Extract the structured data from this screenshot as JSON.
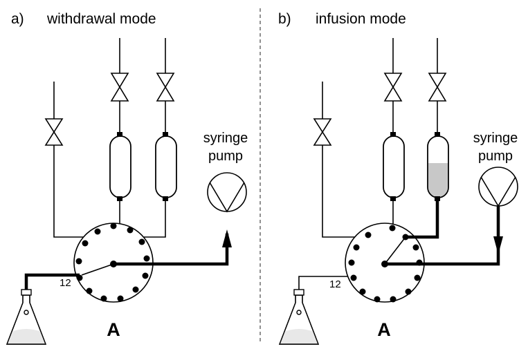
{
  "panels": [
    {
      "id": "a",
      "tag": "a)",
      "title": "withdrawal mode",
      "pump_label_1": "syringe",
      "pump_label_2": "pump",
      "port_number": "12",
      "valve_label": "A",
      "flow_direction": "withdraw",
      "loaded_vessel": "none"
    },
    {
      "id": "b",
      "tag": "b)",
      "title": "infusion mode",
      "pump_label_1": "syringe",
      "pump_label_2": "pump",
      "port_number": "12",
      "valve_label": "A",
      "flow_direction": "infuse",
      "loaded_vessel": "vessel-2"
    }
  ],
  "colors": {
    "line": "#000000",
    "fill": "#c8c8c8",
    "divider": "#555555"
  }
}
